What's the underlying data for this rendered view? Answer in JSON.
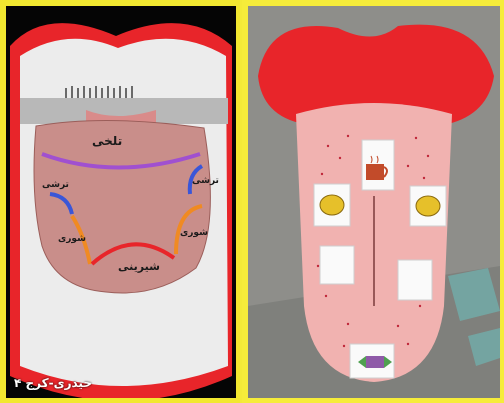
{
  "left_panel": {
    "taste_zones": {
      "bitter": "تلخی",
      "sour_left": "ترشی",
      "sour_right": "ترشی",
      "salty_left": "شوری",
      "salty_right": "شوری",
      "sweet": "شیرینی"
    },
    "caption": "حیدری-کرج ۴",
    "colors": {
      "lips": "#e8252a",
      "bitter_line": "#a050d0",
      "sour_line": "#3a56d8",
      "salty_line": "#f08a22",
      "sweet_line": "#e8252a",
      "tongue": "#c98e8a"
    }
  },
  "right_panel": {
    "colors": {
      "lips": "#e8252a",
      "tongue": "#f1b2b0",
      "dots": "#c0283a"
    },
    "icons": [
      "coffee-cup-icon",
      "lemon-icon",
      "lemon-icon",
      "candy-icon"
    ]
  }
}
